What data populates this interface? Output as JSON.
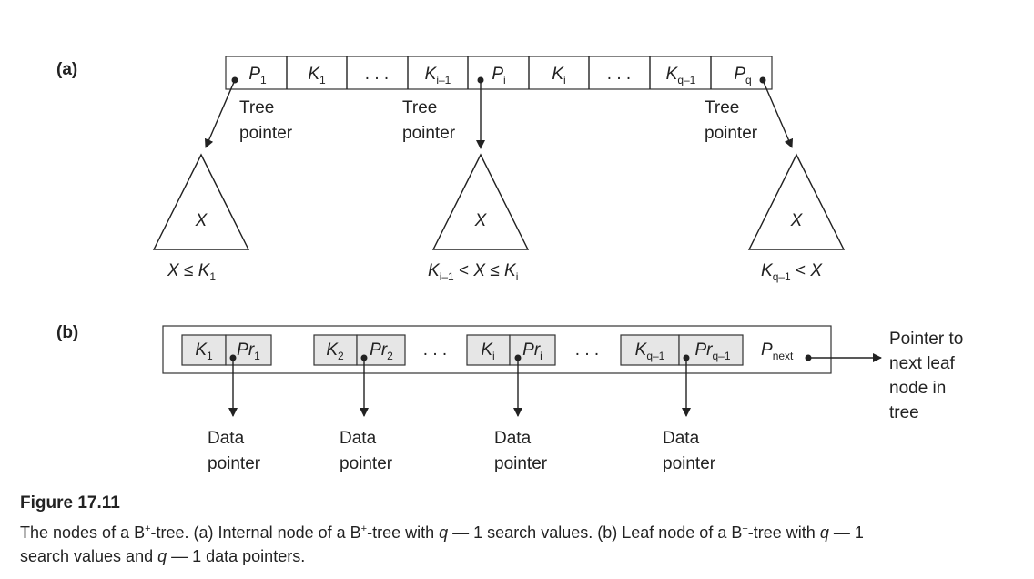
{
  "part_a_label": "(a)",
  "part_b_label": "(b)",
  "internal_node": {
    "cells": [
      {
        "main": "P",
        "sub": "1"
      },
      {
        "main": "K",
        "sub": "1"
      },
      {
        "main": ". . .",
        "sub": ""
      },
      {
        "main": "K",
        "sub": "i–1"
      },
      {
        "main": "P",
        "sub": "i"
      },
      {
        "main": "K",
        "sub": "i"
      },
      {
        "main": ". . .",
        "sub": ""
      },
      {
        "main": "K",
        "sub": "q–1"
      },
      {
        "main": "P",
        "sub": "q"
      }
    ],
    "pointer_label_line1": "Tree",
    "pointer_label_line2": "pointer",
    "subtree_label": "X",
    "conditions": [
      {
        "parts": [
          {
            "t": "X",
            "i": true
          },
          {
            "t": " ≤ ",
            "i": false
          },
          {
            "t": "K",
            "i": true
          }
        ],
        "sub": "1"
      },
      {
        "parts": [
          {
            "t": "K",
            "i": true
          }
        ],
        "sub": "i–1",
        "rest": [
          {
            "t": " < ",
            "i": false
          },
          {
            "t": "X",
            "i": true
          },
          {
            "t": " ≤ ",
            "i": false
          },
          {
            "t": "K",
            "i": true
          }
        ],
        "sub2": "i"
      },
      {
        "parts": [
          {
            "t": "K",
            "i": true
          }
        ],
        "sub": "q–1",
        "rest": [
          {
            "t": " < ",
            "i": false
          },
          {
            "t": "X",
            "i": true
          }
        ]
      }
    ]
  },
  "leaf_node": {
    "pairs": [
      {
        "k": "K",
        "k_sub": "1",
        "pr": "Pr",
        "pr_sub": "1"
      },
      {
        "k": "K",
        "k_sub": "2",
        "pr": "Pr",
        "pr_sub": "2"
      },
      {
        "k": "K",
        "k_sub": "i",
        "pr": "Pr",
        "pr_sub": "i"
      },
      {
        "k": "K",
        "k_sub": "q–1",
        "pr": "Pr",
        "pr_sub": "q–1"
      }
    ],
    "ellipsis": ". . .",
    "next_label": "P",
    "next_sub": "next",
    "data_pointer_line1": "Data",
    "data_pointer_line2": "pointer",
    "next_pointer_lines": [
      "Pointer to",
      "next leaf",
      "node in",
      "tree"
    ]
  },
  "caption": {
    "title": "Figure 17.11",
    "line1_a": "The nodes of a B",
    "sup": "+",
    "line1_b": "-tree. (a) Internal node of a B",
    "line1_c": "-tree with ",
    "q": "q",
    "line1_d": " — 1 search values. (b) Leaf node of a B",
    "line1_e": "-tree with ",
    "line1_f": " — 1",
    "line2_a": "search values and ",
    "line2_b": " — 1 data pointers."
  }
}
